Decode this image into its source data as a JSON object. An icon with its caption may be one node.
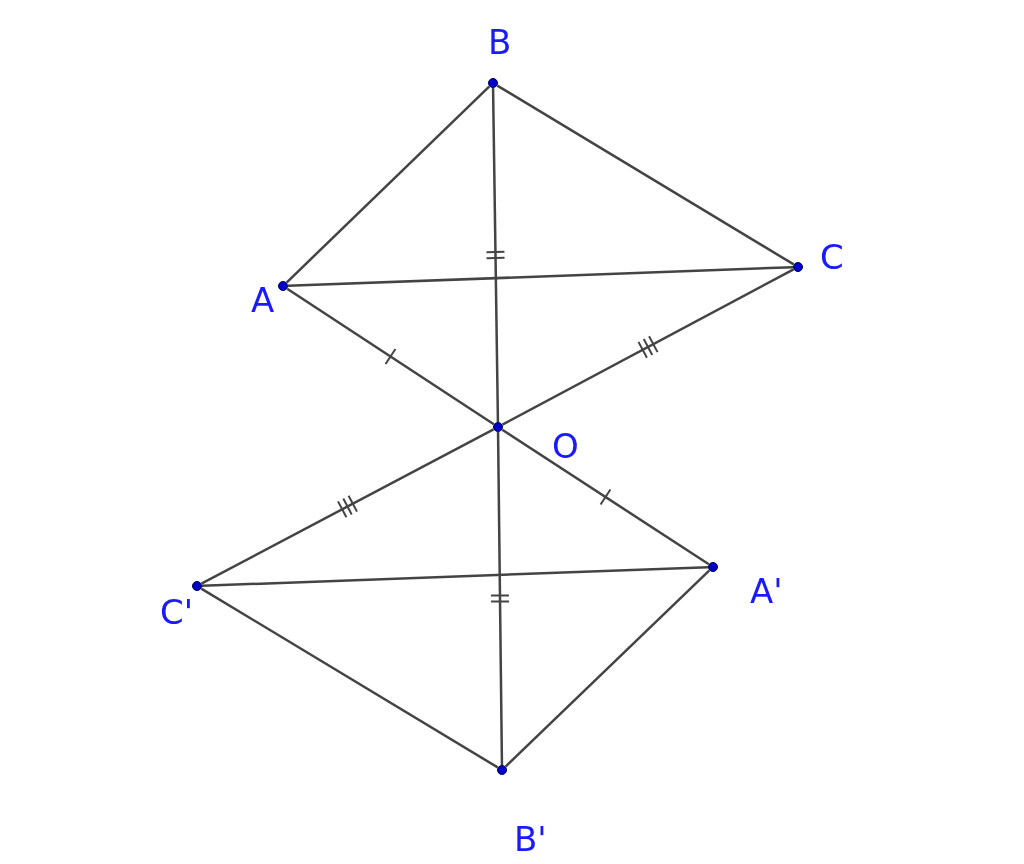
{
  "diagram": {
    "nodes": [
      {
        "text": [
          "B"
        ]
      },
      {
        "text": [
          "A"
        ]
      },
      {
        "text": [
          "C"
        ]
      },
      {
        "text": [
          "O"
        ]
      },
      {
        "text": [
          "C'"
        ]
      },
      {
        "text": [
          "A'"
        ]
      },
      {
        "text": [
          "B'"
        ]
      }
    ],
    "edges": [
      {
        "from": 1,
        "to": 0,
        "arrow": "none"
      },
      {
        "from": 0,
        "to": 2,
        "arrow": "none"
      },
      {
        "from": 1,
        "to": 2,
        "arrow": "none"
      },
      {
        "from": 1,
        "to": 3,
        "arrow": "none"
      },
      {
        "from": 0,
        "to": 3,
        "arrow": "none"
      },
      {
        "from": 2,
        "to": 3,
        "arrow": "none"
      },
      {
        "from": 3,
        "to": 5,
        "arrow": "none"
      },
      {
        "from": 3,
        "to": 6,
        "arrow": "none"
      },
      {
        "from": 3,
        "to": 4,
        "arrow": "none"
      },
      {
        "from": 4,
        "to": 5,
        "arrow": "none"
      },
      {
        "from": 4,
        "to": 6,
        "arrow": "none"
      },
      {
        "from": 6,
        "to": 5,
        "arrow": "none"
      }
    ]
  }
}
